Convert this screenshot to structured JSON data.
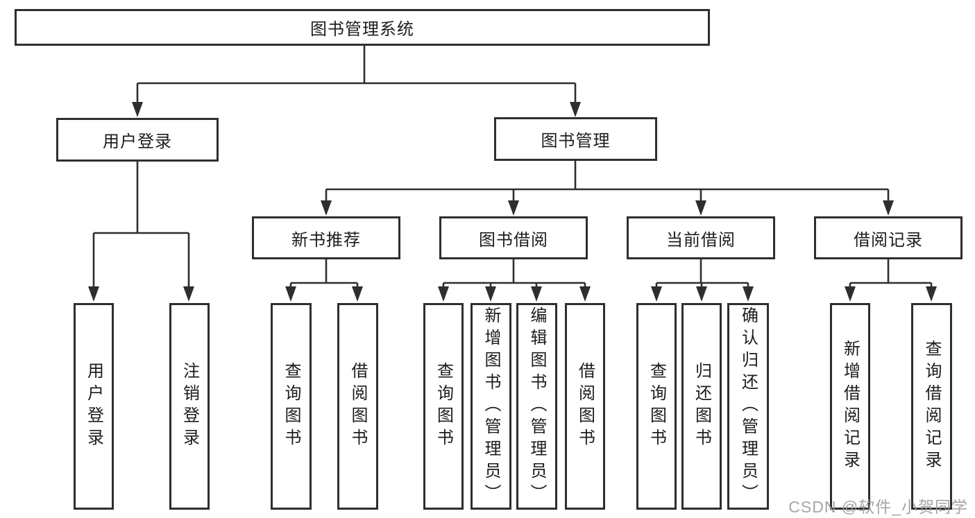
{
  "tree": {
    "label": "图书管理系统",
    "children": [
      {
        "label": "用户登录",
        "children": [
          {
            "label": "用户登录"
          },
          {
            "label": "注销登录"
          }
        ]
      },
      {
        "label": "图书管理",
        "children": [
          {
            "label": "新书推荐",
            "children": [
              {
                "label": "查询图书"
              },
              {
                "label": "借阅图书"
              }
            ]
          },
          {
            "label": "图书借阅",
            "children": [
              {
                "label": "查询图书"
              },
              {
                "label": "新增图书（管理员）"
              },
              {
                "label": "编辑图书（管理员）"
              },
              {
                "label": "借阅图书"
              }
            ]
          },
          {
            "label": "当前借阅",
            "children": [
              {
                "label": "查询图书"
              },
              {
                "label": "归还图书"
              },
              {
                "label": "确认归还（管理员）"
              }
            ]
          },
          {
            "label": "借阅记录",
            "children": [
              {
                "label": "新增借阅记录"
              },
              {
                "label": "查询借阅记录"
              }
            ]
          }
        ]
      }
    ]
  },
  "watermark": {
    "text": "CSDN @软件_小贺同学"
  },
  "colors": {
    "line": "#2e2e2e",
    "text": "#1c1c1c",
    "watermark": "#9b9b9b",
    "bg": "#ffffff"
  }
}
